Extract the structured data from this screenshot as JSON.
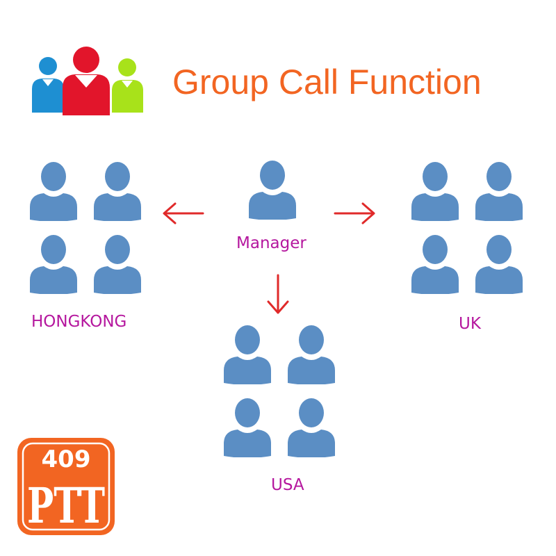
{
  "title": "Group Call Function",
  "nodes": {
    "manager": "Manager",
    "hongkong": "HONGKONG",
    "uk": "UK",
    "usa": "USA"
  },
  "badge": {
    "number": "409",
    "brand": "PTT"
  },
  "icons": [
    "people-group-icon",
    "person-icon",
    "arrow-left-icon",
    "arrow-right-icon",
    "arrow-down-icon"
  ],
  "colors": {
    "title": "#f26522",
    "label": "#b5179e",
    "person": "#5b8ec4",
    "arrow": "#e02a2a",
    "badge": "#f26522",
    "logo_blue": "#1e8fd2",
    "logo_red": "#e2152b",
    "logo_green": "#a8e21a"
  }
}
